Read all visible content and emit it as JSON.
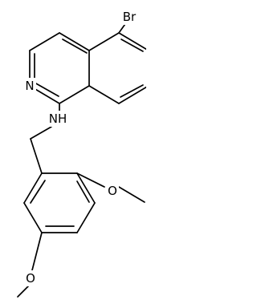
{
  "diagram": {
    "type": "chemical-structure",
    "atom_labels": {
      "bromine": "Br",
      "ring_nitrogen": "N",
      "amine": "NH",
      "methoxy_oxygen_1": "O",
      "methoxy_oxygen_2": "O"
    },
    "colors": {
      "bond": "#000000",
      "label": "#000000",
      "background": "#ffffff"
    }
  }
}
